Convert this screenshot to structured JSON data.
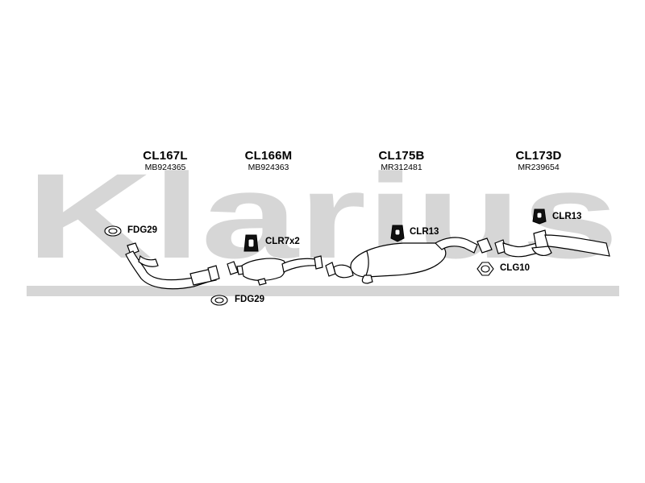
{
  "watermark": {
    "text": "Klarius",
    "color": "#d6d6d6"
  },
  "components": [
    {
      "code": "CL167L",
      "oem": "MB924365"
    },
    {
      "code": "CL166M",
      "oem": "MB924363"
    },
    {
      "code": "CL175B",
      "oem": "MR312481"
    },
    {
      "code": "CL173D",
      "oem": "MR239654"
    }
  ],
  "fittings": {
    "fdg_upper": "FDG29",
    "fdg_lower": "FDG29",
    "clr_mid": "CLR7x2",
    "clr_box": "CLR13",
    "clr_tail": "CLR13",
    "clg": "CLG10"
  },
  "colors": {
    "line": "#000000",
    "fill": "#ffffff",
    "mount": "#111111"
  }
}
